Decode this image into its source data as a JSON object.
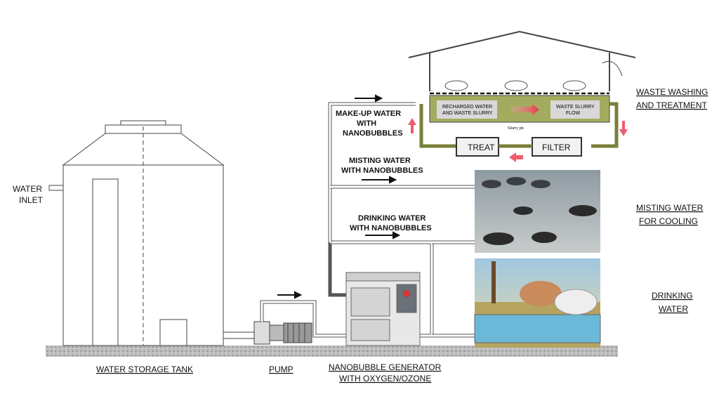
{
  "labels": {
    "water_inlet": [
      "WATER",
      "INLET"
    ],
    "tank": "WATER STORAGE TANK",
    "pump": "PUMP",
    "generator": [
      "NANOBUBBLE GENERATOR",
      "WITH OXYGEN/OZONE"
    ],
    "makeup": [
      "MAKE-UP WATER",
      "WITH",
      "NANOBUBBLES"
    ],
    "misting": [
      "MISTING WATER",
      "WITH NANOBUBBLES"
    ],
    "drinking": [
      "DRINKING WATER",
      "WITH NANOBUBBLES"
    ],
    "waste_washing": [
      "WASTE WASHING",
      "AND TREATMENT"
    ],
    "misting_cooling": [
      "MISTING WATER",
      "FOR COOLING"
    ],
    "drinking_water": [
      "DRINKING",
      "WATER"
    ]
  },
  "barn": {
    "recharged": [
      "RECHARGED WATER",
      "AND WASTE SLURRY"
    ],
    "waste_flow": [
      "WASTE SLURRY",
      "FLOW"
    ],
    "slurry_pit": "Slurry pit",
    "treat": "TREAT",
    "filter": "FILTER"
  },
  "colors": {
    "slurry": "#9aa35a",
    "arrow_red": "#e8344a",
    "ground": "#b8b8b8"
  }
}
